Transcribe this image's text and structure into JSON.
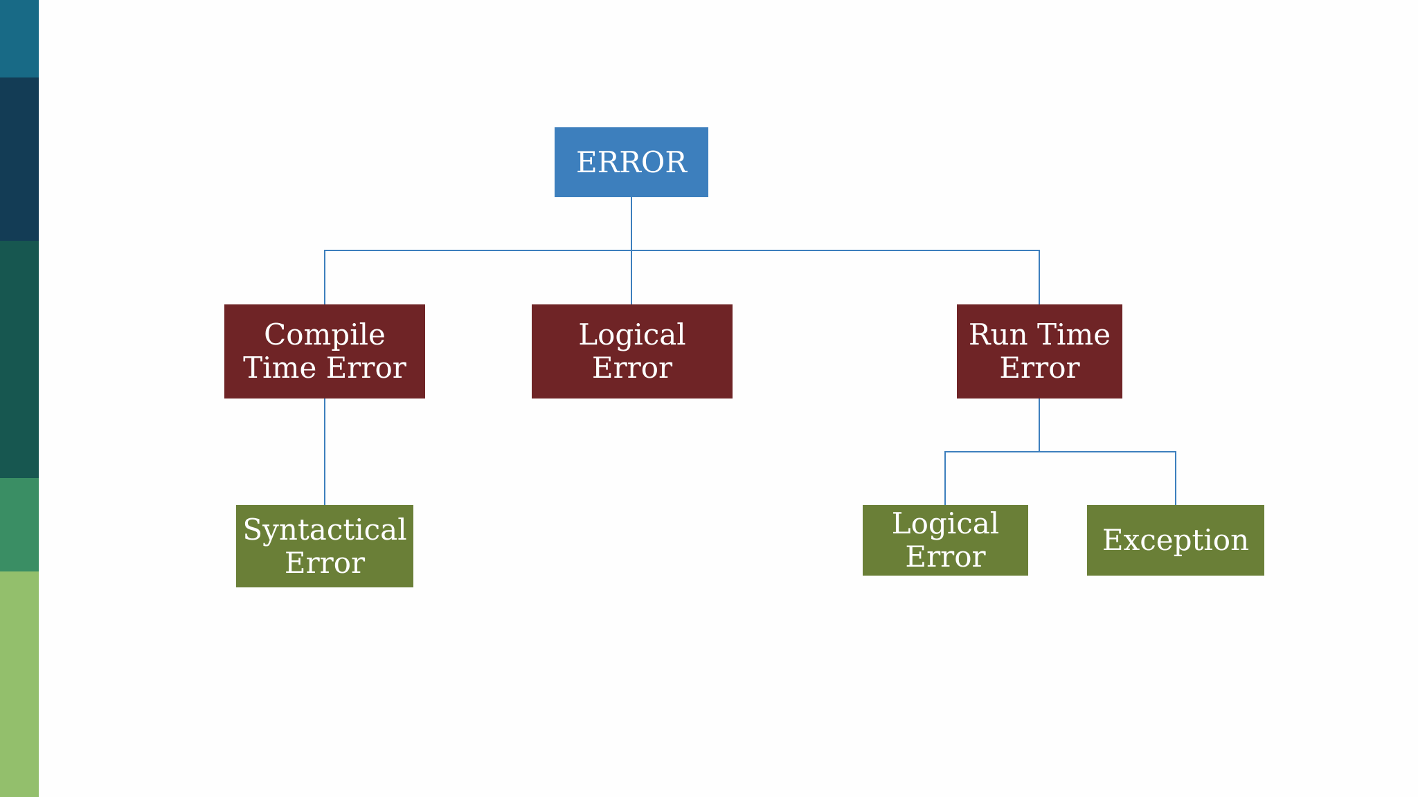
{
  "colors": {
    "sidebar": [
      "#186a86",
      "#133c55",
      "#175750",
      "#3a8e64",
      "#93bf6c"
    ],
    "root_fill": "#3d7fbd",
    "category_fill": "#6f2426",
    "leaf_fill": "#6a7f37",
    "connector": "#3d7fbd",
    "background": "#fefefe"
  },
  "diagram": {
    "root": {
      "label": "ERROR"
    },
    "categories": [
      {
        "label": "Compile\nTime Error"
      },
      {
        "label": "Logical\nError"
      },
      {
        "label": "Run Time\nError"
      }
    ],
    "leaves": [
      {
        "label": "Syntactical\nError",
        "parent": "Compile\nTime Error"
      },
      {
        "label": "Logical\nError",
        "parent": "Run Time\nError"
      },
      {
        "label": "Exception",
        "parent": "Run Time\nError"
      }
    ]
  }
}
